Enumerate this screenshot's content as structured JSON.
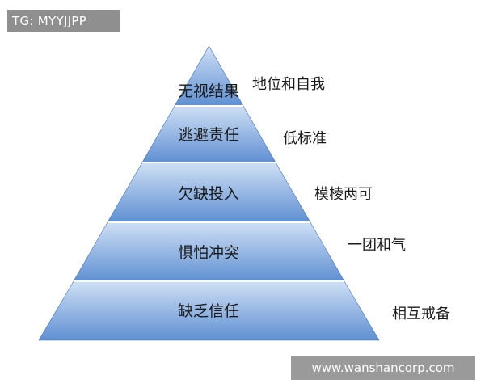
{
  "watermark_top": "TG: MYYJJPP",
  "watermark_bottom": "www.wanshancorp.com",
  "tiers": [
    {
      "label": "无视结果"
    },
    {
      "label": "逃避责任"
    },
    {
      "label": "欠缺投入"
    },
    {
      "label": "惧怕冲突"
    },
    {
      "label": "缺乏信任"
    }
  ],
  "side_labels": [
    "地位和自我",
    "低标准",
    "模棱两可",
    "一团和气",
    "相互戒备"
  ],
  "colors": {
    "tier_light": "#cfe0f5",
    "tier_dark": "#5f8fd2",
    "tier_edge": "#3f6fb8",
    "separator": "#ffffff"
  }
}
